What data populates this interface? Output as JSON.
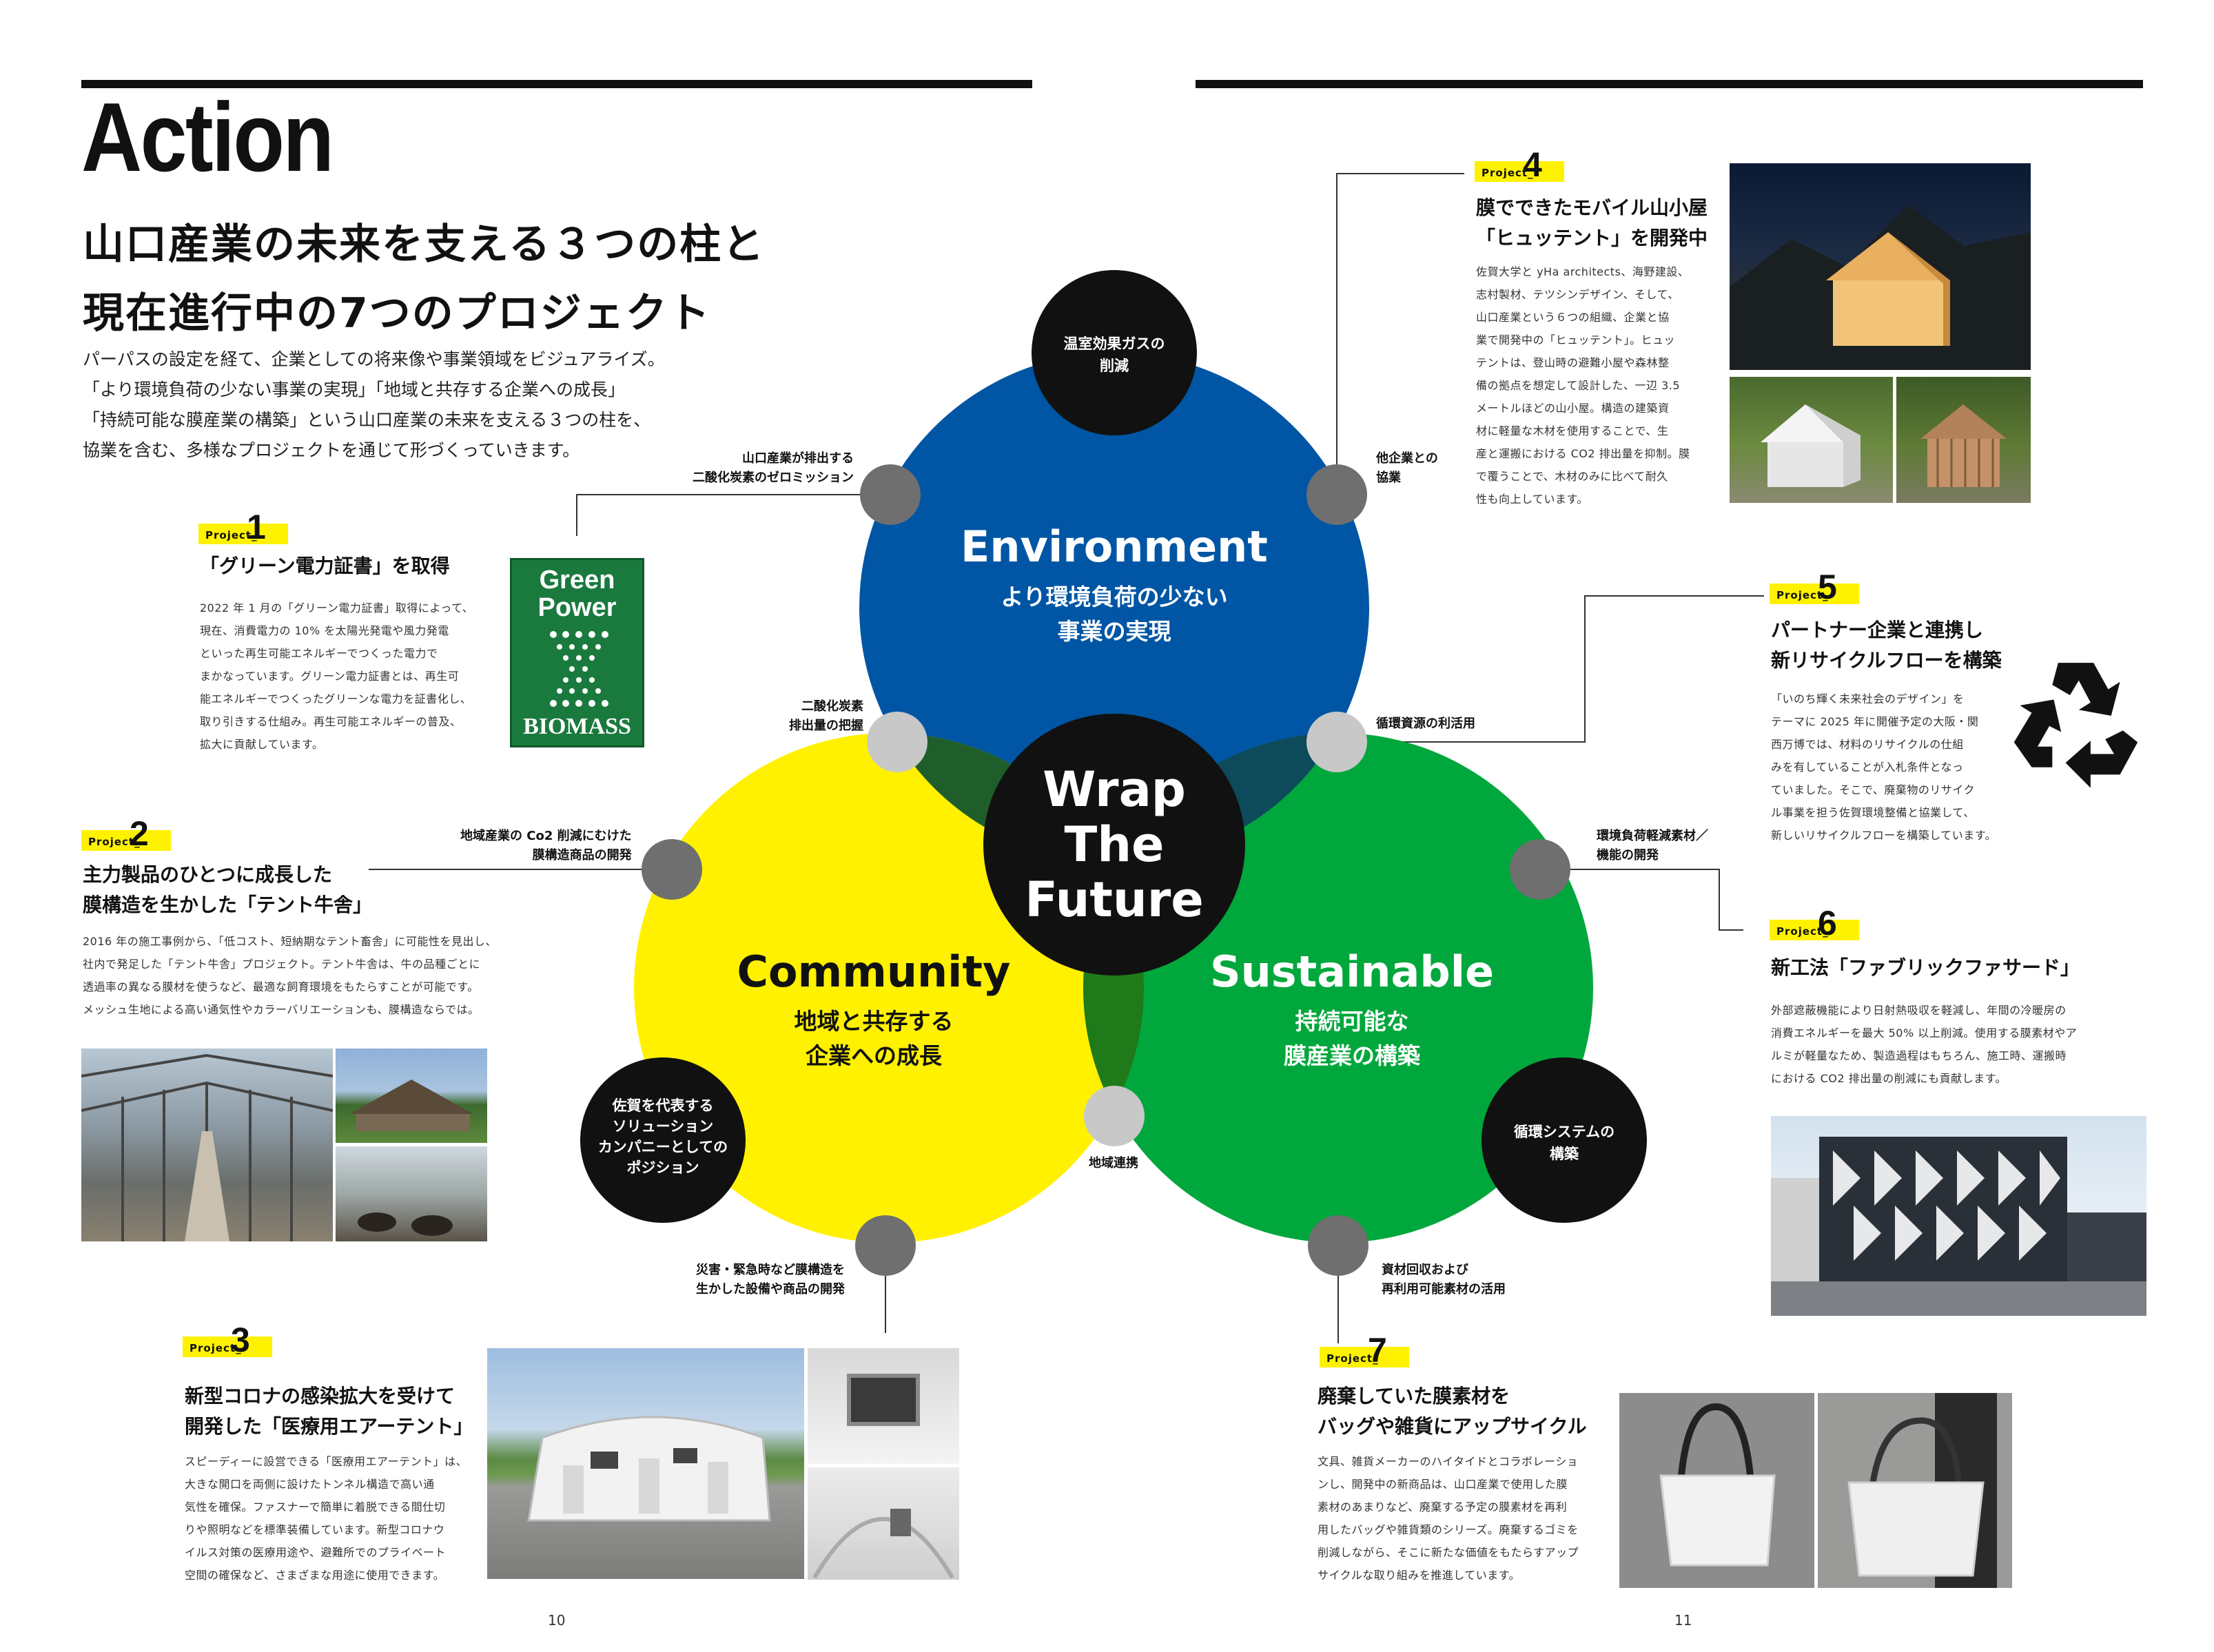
{
  "title": "Action",
  "heading": "山口産業の未来を支える３つの柱と\n現在進行中の7つのプロジェクト",
  "intro": "パーパスの設定を経て、企業としての将来像や事業領域をビジュアライズ。\n「より環境負荷の少ない事業の実現」「地域と共存する企業への成長」\n「持続可能な膜産業の構築」という山口産業の未来を支える３つの柱を、\n協業を含む、多様なプロジェクトを通じて形づくっていきます。",
  "project_prefix": "Project_",
  "diagram": {
    "environment": {
      "name": "Environment",
      "sub1": "より環境負荷の少ない",
      "sub2": "事業の実現"
    },
    "community": {
      "name": "Community",
      "sub1": "地域と共存する",
      "sub2": "企業への成長"
    },
    "sustainable": {
      "name": "Sustainable",
      "sub1": "持続可能な",
      "sub2": "膜産業の構築"
    },
    "center": {
      "l1": "Wrap",
      "l2": "The",
      "l3": "Future"
    },
    "black_top": {
      "l1": "温室効果ガスの",
      "l2": "削減"
    },
    "black_left": {
      "l1": "佐賀を代表する",
      "l2": "ソリューション",
      "l3": "カンパニーとしての",
      "l4": "ポジション"
    },
    "black_right": {
      "l1": "循環システムの",
      "l2": "構築"
    }
  },
  "labels": {
    "co2_zero": "山口産業が排出する\n二酸化炭素のゼロミッション",
    "partner": "他企業との\n協業",
    "co2_grasp": "二酸化炭素\n排出量の把握",
    "recycle_use": "循環資源の利活用",
    "regional_co2": "地域産業の Co2 削減にむけた\n膜構造商品の開発",
    "eco_material": "環境負荷軽減素材／\n機能の開発",
    "regional_link": "地域連携",
    "disaster": "災害・緊急時など膜構造を\n生かした設備や商品の開発",
    "collection": "資材回収および\n再利用可能素材の活用"
  },
  "projects": [
    {
      "num": "1",
      "title": "「グリーン電力証書」を取得",
      "body": "2022 年 1 月の「グリーン電力証書」取得によって、\n現在、消費電力の 10% を太陽光発電や風力発電\nといった再生可能エネルギーでつくった電力で\nまかなっています。グリーン電力証書とは、再生可\n能エネルギーでつくったグリーンな電力を証書化し、\n取り引きする仕組み。再生可能エネルギーの普及、\n拡大に貢献しています。"
    },
    {
      "num": "2",
      "title": "主力製品のひとつに成長した\n膜構造を生かした「テント牛舎」",
      "body": "2016 年の施工事例から、「低コスト、短納期なテント畜舎」に可能性を見出し、\n社内で発足した「テント牛舎」プロジェクト。テント牛舎は、牛の品種ごとに\n透過率の異なる膜材を使うなど、最適な飼育環境をもたらすことが可能です。\nメッシュ生地による高い通気性やカラーバリエーションも、膜構造ならでは。"
    },
    {
      "num": "3",
      "title": "新型コロナの感染拡大を受けて\n開発した「医療用エアーテント」",
      "body": "スピーディーに設営できる「医療用エアーテント」は、\n大きな開口を両側に設けたトンネル構造で高い通\n気性を確保。ファスナーで簡単に着脱できる間仕切\nりや照明などを標準装備しています。新型コロナウ\nイルス対策の医療用途や、避難所でのプライベート\n空間の確保など、さまざまな用途に使用できます。"
    },
    {
      "num": "4",
      "title": "膜でできたモバイル山小屋\n「ヒュッテント」を開発中",
      "body": "佐賀大学と yHa architects、海野建設、\n志村製材、テツシンデザイン、そして、\n山口産業という６つの組織、企業と協\n業で開発中の「ヒュッテント」。ヒュッ\nテントは、登山時の避難小屋や森林整\n備の拠点を想定して設計した、一辺 3.5\nメートルほどの山小屋。構造の建築資\n材に軽量な木材を使用することで、生\n産と運搬における CO2 排出量を抑制。膜\nで覆うことで、木材のみに比べて耐久\n性も向上しています。"
    },
    {
      "num": "5",
      "title": "パートナー企業と連携し\n新リサイクルフローを構築",
      "body": "「いのち輝く未来社会のデザイン」を\nテーマに 2025 年に開催予定の大阪・関\n西万博では、材料のリサイクルの仕組\nみを有していることが入札条件となっ\nていました。そこで、廃棄物のリサイク\nル事業を担う佐賀環境整備と協業して、\n新しいリサイクルフローを構築しています。"
    },
    {
      "num": "6",
      "title": "新工法「ファブリックファサード」",
      "body": "外部遮蔽機能により日射熱吸収を軽減し、年間の冷暖房の\n消費エネルギーを最大 50% 以上削減。使用する膜素材やア\nルミが軽量なため、製造過程はもちろん、施工時、運搬時\nにおける CO2 排出量の削減にも貢献します。"
    },
    {
      "num": "7",
      "title": "廃棄していた膜素材を\nバッグや雑貨にアップサイクル",
      "body": "文具、雑貨メーカーのハイタイドとコラボレーショ\nンし、開発中の新商品は、山口産業で使用した膜\n素材のあまりなど、廃棄する予定の膜素材を再利\n用したバッグや雑貨類のシリーズ。廃棄するゴミを\n削減しながら、そこに新たな価値をもたらすアップ\nサイクルな取り組みを推進しています。"
    }
  ],
  "green_power_logo": {
    "l1": "Green",
    "l2": "Power",
    "l3": "BIOMASS"
  },
  "page_left": "10",
  "page_right": "11",
  "colors": {
    "environment": "#0056a4",
    "community": "#fff100",
    "sustainable": "#00a73c",
    "black": "#111111",
    "gray_dot": "#6f6f6f",
    "light_dot": "#c8c8c8",
    "tag": "#fff200",
    "green_logo": "#1a7a3e"
  }
}
